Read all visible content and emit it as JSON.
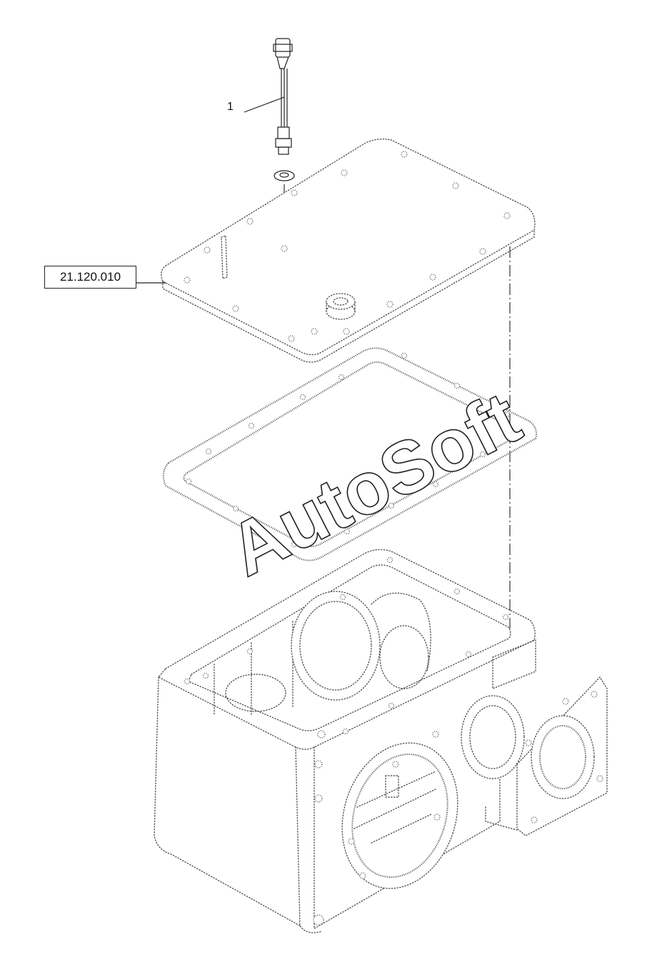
{
  "callout": {
    "label": "1"
  },
  "reference": {
    "label": "21.120.010"
  },
  "watermark": {
    "text": "AutoSoft"
  }
}
